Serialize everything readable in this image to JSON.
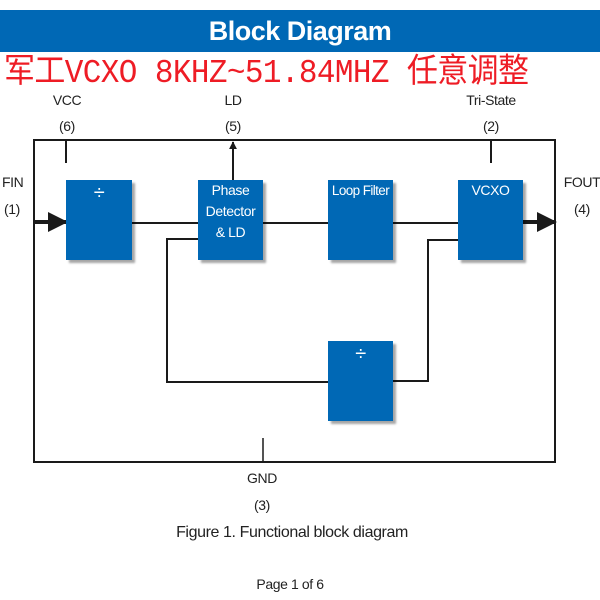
{
  "header": {
    "title": "Block Diagram",
    "background_color": "#0068b5"
  },
  "banner": {
    "text": "军工VCXO 8KHZ~51.84MHZ 任意调整",
    "color": "#ee1c25"
  },
  "diagram": {
    "block_color": "#0068b5",
    "pins": {
      "vcc": {
        "name": "VCC",
        "number": "(6)"
      },
      "ld": {
        "name": "LD",
        "number": "(5)"
      },
      "tristate": {
        "name": "Tri-State",
        "number": "(2)"
      },
      "fin": {
        "name": "FIN",
        "number": "(1)"
      },
      "fout": {
        "name": "FOUT",
        "number": "(4)"
      },
      "gnd": {
        "name": "GND",
        "number": "(3)"
      }
    },
    "blocks": {
      "input_divider": {
        "label": "÷"
      },
      "phase_detector": {
        "label_lines": [
          "Phase",
          "Detector",
          "& LD"
        ]
      },
      "loop_filter": {
        "label": "Loop Filter"
      },
      "vcxo": {
        "label": "VCXO"
      },
      "feedback_divider": {
        "label": "÷"
      }
    }
  },
  "caption": "Figure 1. Functional block diagram",
  "page_indicator": "Page 1 of 6"
}
